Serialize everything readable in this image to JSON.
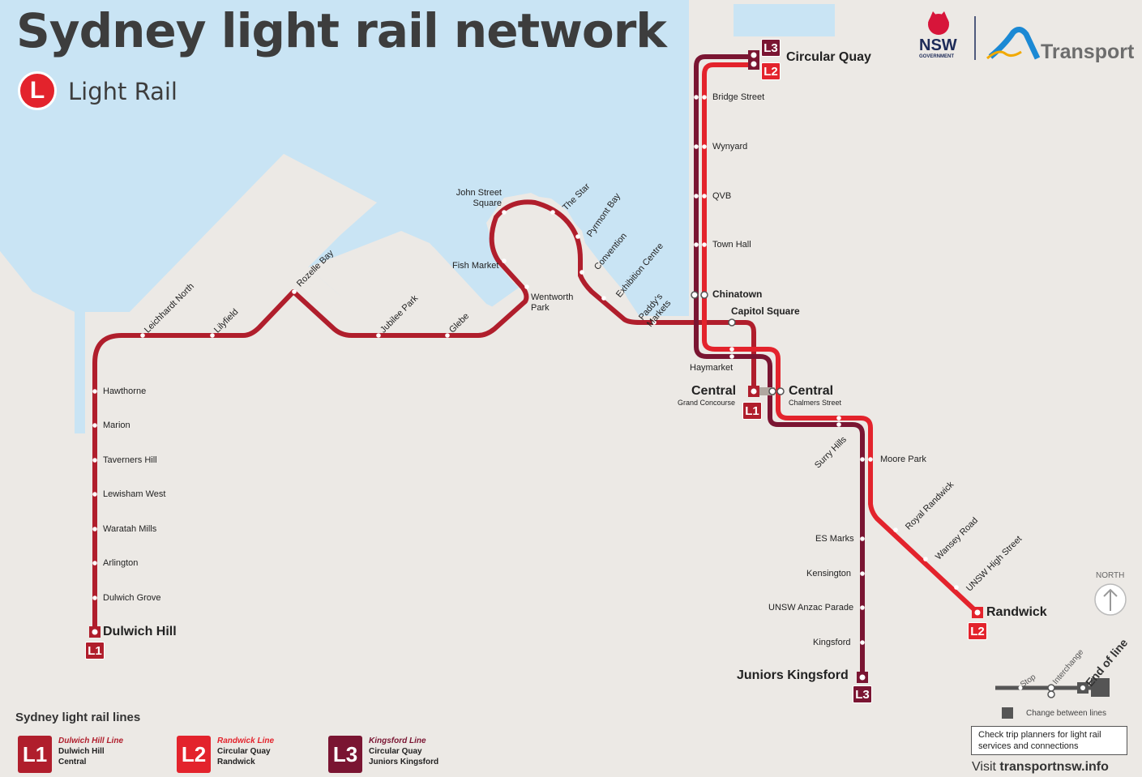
{
  "title": "Sydney light rail network",
  "mode_label": "Light Rail",
  "mode_symbol": "L",
  "colors": {
    "water": "#c9e4f4",
    "land": "#ece9e5",
    "l1": "#b01e2c",
    "l2": "#e3232c",
    "l3": "#7a1532"
  },
  "logos": {
    "nsw": "NSW",
    "nsw_sub": "GOVERNMENT",
    "transport": "Transport"
  },
  "stations": {
    "circular_quay": "Circular Quay",
    "bridge_street": "Bridge Street",
    "wynyard": "Wynyard",
    "qvb": "QVB",
    "town_hall": "Town Hall",
    "chinatown": "Chinatown",
    "capitol_square": "Capitol Square",
    "haymarket": "Haymarket",
    "central_gc": "Central",
    "central_gc_sub": "Grand Concourse",
    "central_cs": "Central",
    "central_cs_sub": "Chalmers Street",
    "surry_hills": "Surry Hills",
    "moore_park": "Moore Park",
    "royal_randwick": "Royal Randwick",
    "wansey_road": "Wansey Road",
    "unsw_high_street": "UNSW High Street",
    "randwick": "Randwick",
    "es_marks": "ES Marks",
    "kensington": "Kensington",
    "unsw_anzac_parade": "UNSW Anzac Parade",
    "kingsford": "Kingsford",
    "juniors_kingsford": "Juniors Kingsford",
    "john_street_square": "John Street Square",
    "the_star": "The Star",
    "pyrmont_bay": "Pyrmont Bay",
    "convention": "Convention",
    "exhibition_centre": "Exhibition Centre",
    "paddys_markets": "Paddy's Markets",
    "fish_market": "Fish Market",
    "wentworth_park": "Wentworth Park",
    "glebe": "Glebe",
    "jubilee_park": "Jubilee Park",
    "rozelle_bay": "Rozelle Bay",
    "lilyfield": "Lilyfield",
    "leichhardt_north": "Leichhardt North",
    "hawthorne": "Hawthorne",
    "marion": "Marion",
    "taverners_hill": "Taverners Hill",
    "lewisham_west": "Lewisham West",
    "waratah_mills": "Waratah Mills",
    "arlington": "Arlington",
    "dulwich_grove": "Dulwich Grove",
    "dulwich_hill": "Dulwich Hill"
  },
  "badges": {
    "l1": "L1",
    "l2": "L2",
    "l3": "L3"
  },
  "legend": {
    "title": "Sydney light rail lines",
    "lines": [
      {
        "code": "L1",
        "name": "Dulwich Hill Line",
        "from": "Dulwich Hill",
        "to": "Central"
      },
      {
        "code": "L2",
        "name": "Randwick Line",
        "from": "Circular Quay",
        "to": "Randwick"
      },
      {
        "code": "L3",
        "name": "Kingsford Line",
        "from": "Circular Quay",
        "to": "Juniors Kingsford"
      }
    ]
  },
  "key": {
    "north": "NORTH",
    "stop": "Stop",
    "interchange": "Interchange",
    "end_of_line": "End of line",
    "change_between_lines": "Change between lines"
  },
  "footer": {
    "trip_planner": "Check trip planners for light rail services and connections",
    "visit_prefix": "Visit ",
    "visit_url": "transportnsw.info"
  }
}
